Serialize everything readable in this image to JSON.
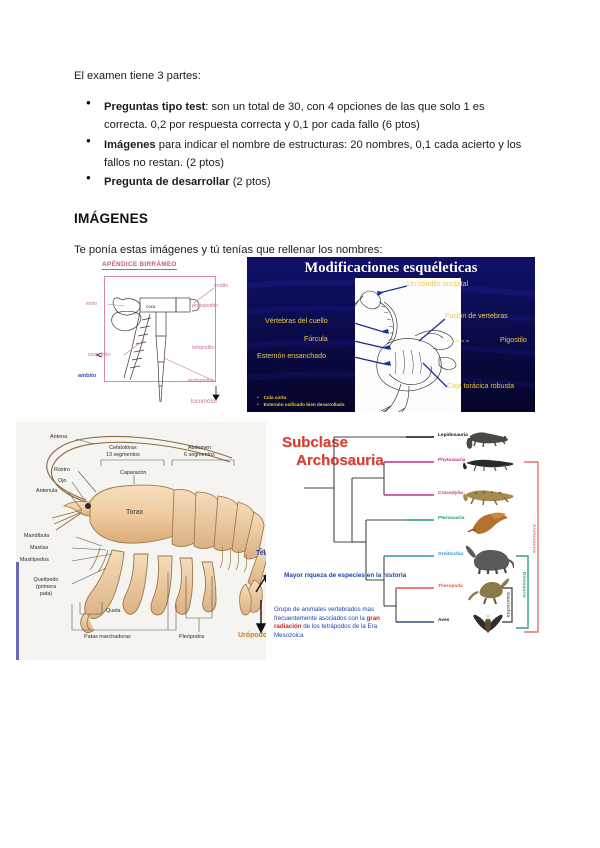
{
  "document": {
    "intro": "El examen tiene 3 partes:",
    "parts": [
      {
        "bold": "Preguntas tipo test",
        "rest": ": son un total de 30, con 4 opciones de las que solo 1 es correcta. 0,2 por respuesta correcta y 0,1 por cada fallo (6 ptos)"
      },
      {
        "bold": "Imágenes",
        "rest": " para indicar el nombre de estructuras: 20 nombres, 0,1 cada acierto y los fallos no restan. (2 ptos)"
      },
      {
        "bold": "Pregunta de desarrollar",
        "rest": " (2 ptos)"
      }
    ],
    "section_heading": "IMÁGENES",
    "section_intro": "Te ponía estas imágenes y tú tenías que rellenar los nombres:"
  },
  "figure_birrameo": {
    "title": "APÉNDICE BIRRÁMEO",
    "labels": {
      "exito": "exito",
      "endito": "endito",
      "protopodito": "protopodito",
      "telopodito": "telopodito",
      "exopodito": "exopodito",
      "endopodito": "endopodito",
      "ambito": "ambito",
      "locomotor": "locomotor"
    },
    "accent_color": "#c9748c",
    "blue_color": "#3a4fa8"
  },
  "figure_aves": {
    "title": "Modificaciones esquéleticas",
    "labels": {
      "condilo": "Un cóndilo occipital",
      "vertebras_cuello": "Vértebras del cuello",
      "furcula": "Fúrcula",
      "esternon": "Esternón ensanchado",
      "fusion": "Fusión de vertebras",
      "pigostilo": "Pigostilo",
      "caja_toracica": "Caja torácica robusta"
    },
    "bullets": [
      "Cola corta",
      "Esternón osificado bien desarrollado"
    ],
    "bg_color": "#0b0b52",
    "label_color": "#f0c94a"
  },
  "figure_crustacean": {
    "labels": {
      "antena": "Antena",
      "rostro": "Rostro",
      "ojo": "Ojo",
      "antenula": "Antenula",
      "cefalotorax": "Cefalotórax\n13 segmentos",
      "cefalotorax_l1": "Cefalotórax",
      "cefalotorax_l2": "13 segmentos",
      "abdomen_l1": "Abdomen",
      "abdomen_l2": "6 segmentos",
      "caparazon": "Caparazón",
      "torax": "Torax",
      "mandibula": "Mandíbula",
      "maxilas": "Maxilas",
      "maxilipedos": "Maxilípedos",
      "quelipedo_l1": "Quelípedo",
      "quelipedo_l2": "(primera",
      "quelipedo_l3": "pata)",
      "quela": "Quela",
      "patas": "Patas marchadoras",
      "pleopodos": "Pleópodos",
      "telson": "Telson",
      "uropodos": "Urópodos"
    },
    "telson_color": "#2f3f9e",
    "uropodos_color": "#c77d1e"
  },
  "figure_cladogram": {
    "heading_line1": "Subclase",
    "heading_line2": "Archosauria",
    "heading_color": "#e03b2e",
    "note1": "Mayor riqueza de especies en la historia",
    "note2_pre": "Grupo de animales vertebrados mas frecuentemente asociados con la ",
    "note2_red": "gran radiación",
    "note2_post": " de los tetrápodos de la Era Mesozoica",
    "taxa": [
      {
        "name": "Lepidosauria",
        "color": "#111111"
      },
      {
        "name": "Phytosauria",
        "color": "#c0357f"
      },
      {
        "name": "Crocodylia",
        "color": "#c0357f"
      },
      {
        "name": "Pterosauria",
        "color": "#1f9a6a"
      },
      {
        "name": "Ornitischia",
        "color": "#2f8fd0"
      },
      {
        "name": "Theropoda",
        "color": "#e0564a"
      },
      {
        "name": "Aves",
        "color": "#222222"
      }
    ],
    "brackets": [
      {
        "name": "Archosauria",
        "color": "#e0756c"
      },
      {
        "name": "Dinosauria",
        "color": "#2fa37a"
      },
      {
        "name": "Saurischia",
        "color": "#444444"
      }
    ]
  }
}
